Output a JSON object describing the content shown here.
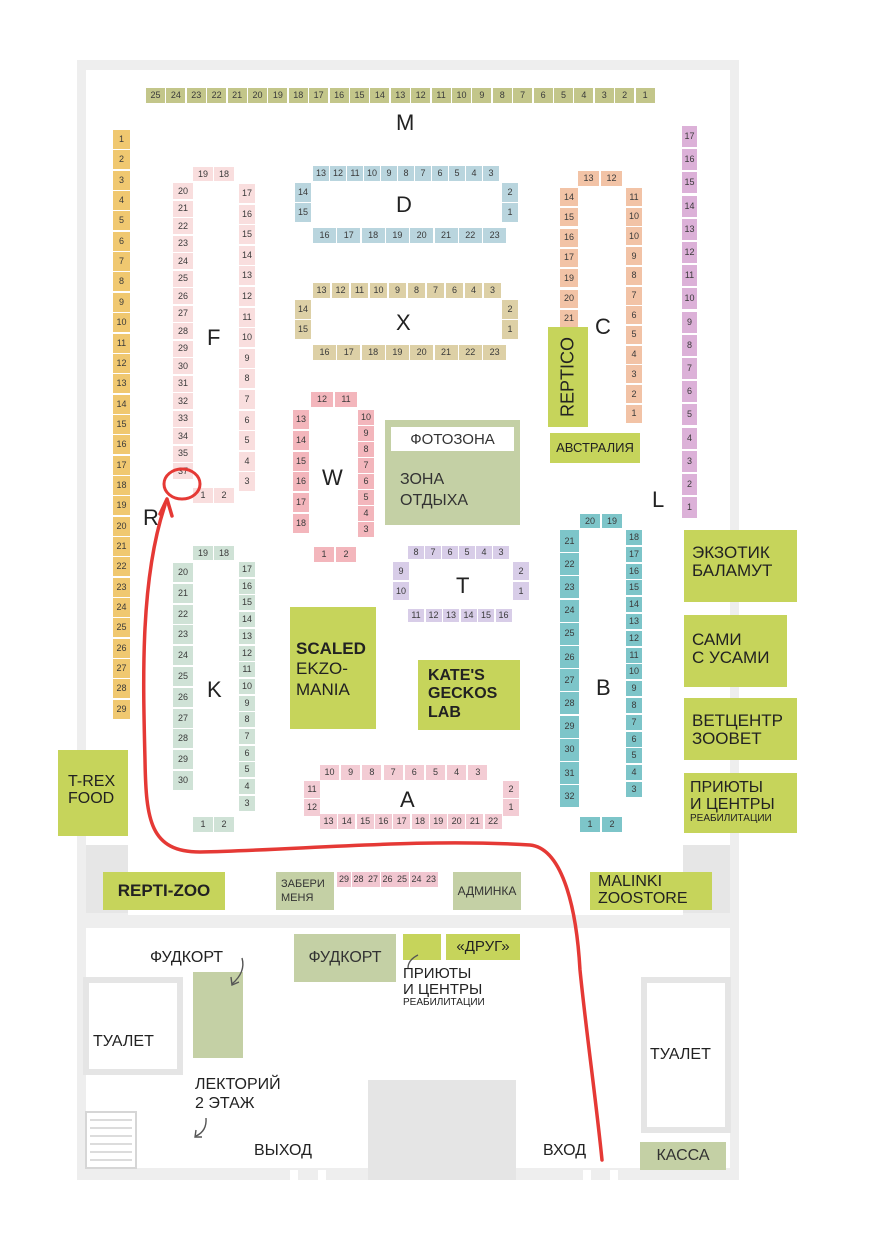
{
  "colors": {
    "M": "#c3c68a",
    "left": "#f0c870",
    "F": "#f9dede",
    "D": "#b9d5de",
    "X": "#ddd0a6",
    "C_left": "#f2c3a6",
    "C_right": "#f2c3a6",
    "L": "#dcb1d8",
    "W": "#f3b6bc",
    "T": "#d8cde8",
    "K": "#cfe2d6",
    "A": "#f3ccd4",
    "B": "#7dc5c9",
    "zabery": "#f1c6d0",
    "accent_green": "#c6d45b",
    "gray_green": "#c4d0a5",
    "route": "#e53935",
    "wall": "#efefef"
  },
  "sections": {
    "M": [
      "25",
      "24",
      "23",
      "22",
      "21",
      "20",
      "19",
      "18",
      "17",
      "16",
      "15",
      "14",
      "13",
      "12",
      "11",
      "10",
      "9",
      "8",
      "7",
      "6",
      "5",
      "4",
      "3",
      "2",
      "1"
    ],
    "left": [
      "1",
      "2",
      "3",
      "4",
      "5",
      "6",
      "7",
      "8",
      "9",
      "10",
      "11",
      "12",
      "13",
      "14",
      "15",
      "16",
      "17",
      "18",
      "19",
      "20",
      "21",
      "22",
      "23",
      "24",
      "25",
      "26",
      "27",
      "28",
      "29"
    ],
    "F_top": [
      "19",
      "18"
    ],
    "F_left": [
      "20",
      "21",
      "22",
      "23",
      "24",
      "25",
      "26",
      "27",
      "28",
      "29",
      "30",
      "31",
      "32",
      "33",
      "34",
      "35",
      "37"
    ],
    "F_right": [
      "17",
      "16",
      "15",
      "14",
      "13",
      "12",
      "11",
      "10",
      "9",
      "8",
      "7",
      "6",
      "5",
      "4",
      "3"
    ],
    "F_bottom": [
      "1",
      "2"
    ],
    "D_top": [
      "13",
      "12",
      "11",
      "10",
      "9",
      "8",
      "7",
      "6",
      "5",
      "4",
      "3"
    ],
    "D_left": [
      "14",
      "15"
    ],
    "D_right": [
      "2",
      "1"
    ],
    "D_bottom": [
      "16",
      "17",
      "18",
      "19",
      "20",
      "21",
      "22",
      "23"
    ],
    "X_top": [
      "13",
      "12",
      "11",
      "10",
      "9",
      "8",
      "7",
      "6",
      "4",
      "3"
    ],
    "X_left": [
      "14",
      "15"
    ],
    "X_right": [
      "2",
      "1"
    ],
    "X_bottom": [
      "16",
      "17",
      "18",
      "19",
      "20",
      "21",
      "22",
      "23"
    ],
    "C_top": [
      "13",
      "12"
    ],
    "C_left": [
      "14",
      "15",
      "16",
      "17",
      "19",
      "20",
      "21"
    ],
    "C_right": [
      "11",
      "10",
      "10",
      "9",
      "8",
      "7",
      "6",
      "5",
      "4",
      "3",
      "2",
      "1"
    ],
    "L": [
      "17",
      "16",
      "15",
      "14",
      "13",
      "12",
      "11",
      "10",
      "9",
      "8",
      "7",
      "6",
      "5",
      "4",
      "3",
      "2",
      "1"
    ],
    "W_top": [
      "12",
      "11"
    ],
    "W_left": [
      "13",
      "14",
      "15",
      "16",
      "17",
      "18"
    ],
    "W_right": [
      "10",
      "9",
      "8",
      "7",
      "6",
      "5",
      "4",
      "3"
    ],
    "W_bottom": [
      "1",
      "2"
    ],
    "T_top": [
      "8",
      "7",
      "6",
      "5",
      "4",
      "3"
    ],
    "T_left": [
      "9",
      "10"
    ],
    "T_right": [
      "2",
      "1"
    ],
    "T_bottom": [
      "11",
      "12",
      "13",
      "14",
      "15",
      "16"
    ],
    "K_top": [
      "19",
      "18"
    ],
    "K_left": [
      "20",
      "21",
      "22",
      "23",
      "24",
      "25",
      "26",
      "27",
      "28",
      "29",
      "30"
    ],
    "K_right": [
      "17",
      "16",
      "15",
      "14",
      "13",
      "12",
      "11",
      "10",
      "9",
      "8",
      "7",
      "6",
      "5",
      "4",
      "3"
    ],
    "K_bottom": [
      "1",
      "2"
    ],
    "A_top": [
      "10",
      "9",
      "8",
      "7",
      "6",
      "5",
      "4",
      "3"
    ],
    "A_left": [
      "11",
      "12"
    ],
    "A_right": [
      "2",
      "1"
    ],
    "A_bottom": [
      "13",
      "14",
      "15",
      "16",
      "17",
      "18",
      "19",
      "20",
      "21",
      "22"
    ],
    "B_top": [
      "20",
      "19"
    ],
    "B_left": [
      "21",
      "22",
      "23",
      "24",
      "25",
      "26",
      "27",
      "28",
      "29",
      "30",
      "31",
      "32"
    ],
    "B_right": [
      "18",
      "17",
      "16",
      "15",
      "14",
      "13",
      "12",
      "11",
      "10",
      "9",
      "8",
      "7",
      "6",
      "5",
      "4",
      "3"
    ],
    "B_bottom": [
      "1",
      "2"
    ],
    "zabery": [
      "29",
      "28",
      "27",
      "26",
      "25",
      "24",
      "23"
    ]
  },
  "letters": {
    "M": "M",
    "D": "D",
    "X": "X",
    "F": "F",
    "C": "C",
    "L": "L",
    "W": "W",
    "T": "T",
    "K": "K",
    "A": "A",
    "B": "B",
    "R": "R"
  },
  "labels": {
    "reptico": "REPTICO",
    "australia": "АВСТРАЛИЯ",
    "photozone": "ФОТОЗОНА",
    "rest_line1": "ЗОНА",
    "rest_line2": "ОТДЫХА",
    "exotic_line1": "ЭКЗОТИК",
    "exotic_line2": "БАЛАМУТ",
    "sami_line1": "САМИ",
    "sami_line2": "С УСАМИ",
    "vet_line1": "ВЕТЦЕНТР",
    "vet_line2": "ЗООВЕТ",
    "shelters_line1": "ПРИЮТЫ",
    "shelters_line2": "И ЦЕНТРЫ",
    "shelters_line3": "РЕАБИЛИТАЦИИ",
    "scaled_line1": "SCALED",
    "scaled_line2": "EKZO-",
    "scaled_line3": "MANIA",
    "kates_line1": "KATE'S",
    "kates_line2": "GECKOS",
    "kates_line3": "LAB",
    "trex_line1": "T-REX",
    "trex_line2": "FOOD",
    "reptizoo": "REPTI-ZOO",
    "zabery_line1": "ЗАБЕРИ",
    "zabery_line2": "МЕНЯ",
    "adminka": "АДМИНКА",
    "malinki_line1": "MALINKI",
    "malinki_line2": "ZOOSTORE",
    "foodcourt_left": "ФУДКОРТ",
    "foodcourt_center": "ФУДКОРТ",
    "drug": "«ДРУГ»",
    "shelters2_line1": "ПРИЮТЫ",
    "shelters2_line2": "И ЦЕНТРЫ",
    "shelters2_line3": "РЕАБИЛИТАЦИИ",
    "toilet_left": "ТУАЛЕТ",
    "toilet_right": "ТУАЛЕТ",
    "lecture_line1": "ЛЕКТОРИЙ",
    "lecture_line2": "2 ЭТАЖ",
    "exit": "ВЫХОД",
    "entrance": "ВХОД",
    "kassa": "КАССА"
  }
}
